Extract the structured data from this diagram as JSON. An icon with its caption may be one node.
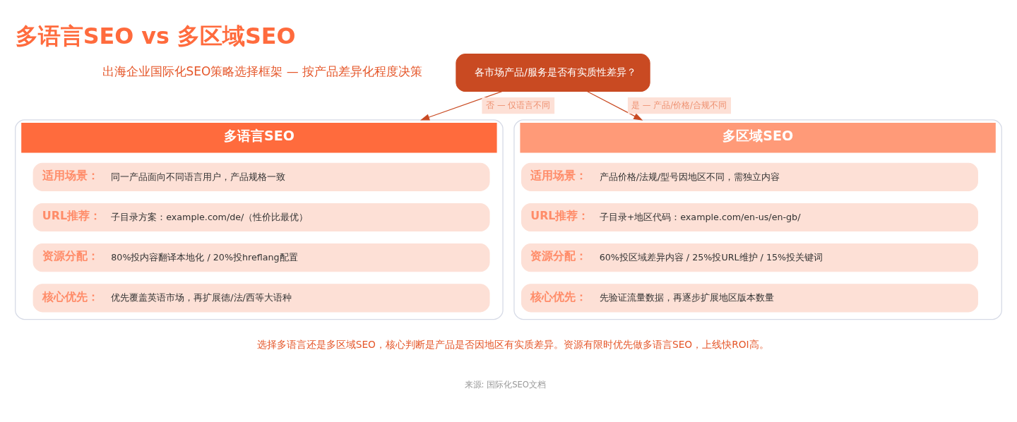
{
  "diagram": {
    "title": "多语言SEO vs 多区域SEO",
    "nodes": [
      {
        "text": [
          "各市场产品/服务是否有实质性差异？"
        ]
      },
      {
        "text": [
          "多语言SEO"
        ]
      },
      {
        "text": [
          "适用场景：",
          "同一产品面向不同语言用户，产品规格一致"
        ],
        "in": 1
      },
      {
        "text": [
          "URL推荐：",
          "子目录方案：example.com/de/（性价比最优）"
        ],
        "in": 1
      },
      {
        "text": [
          "资源分配：",
          "80%投内容翻译本地化 / 20%投hreflang配置"
        ],
        "in": 1
      },
      {
        "text": [
          "核心优先：",
          "优先覆盖英语市场，再扩展德/法/西等大语种"
        ],
        "in": 1
      },
      {
        "text": [
          "多区域SEO"
        ]
      },
      {
        "text": [
          "适用场景：",
          "产品价格/法规/型号因地区不同，需独立内容"
        ],
        "in": 6
      },
      {
        "text": [
          "URL推荐：",
          "子目录+地区代码：example.com/en-us/en-gb/"
        ],
        "in": 6
      },
      {
        "text": [
          "资源分配：",
          "60%投区域差异内容 / 25%投URL维护 / 15%投关键词"
        ],
        "in": 6
      },
      {
        "text": [
          "核心优先：",
          "先验证流量数据，再逐步扩展地区版本数量"
        ],
        "in": 6
      }
    ],
    "edges": [
      {
        "from": 0,
        "to": 1,
        "arrow": "to",
        "label": "否 — 仅语言不同"
      },
      {
        "from": 0,
        "to": 6,
        "arrow": "to",
        "label": "是 — 产品/价格/合规不同"
      }
    ],
    "labels": [
      "出海企业国际化SEO策略选择框架 — 按产品差异化程度决策",
      "选择多语言还是多区域SEO，核心判断是产品是否因地区有实质差异。资源有限时优先做多语言SEO，上线快ROI高。",
      "来源: 国际化SEO文档"
    ]
  }
}
